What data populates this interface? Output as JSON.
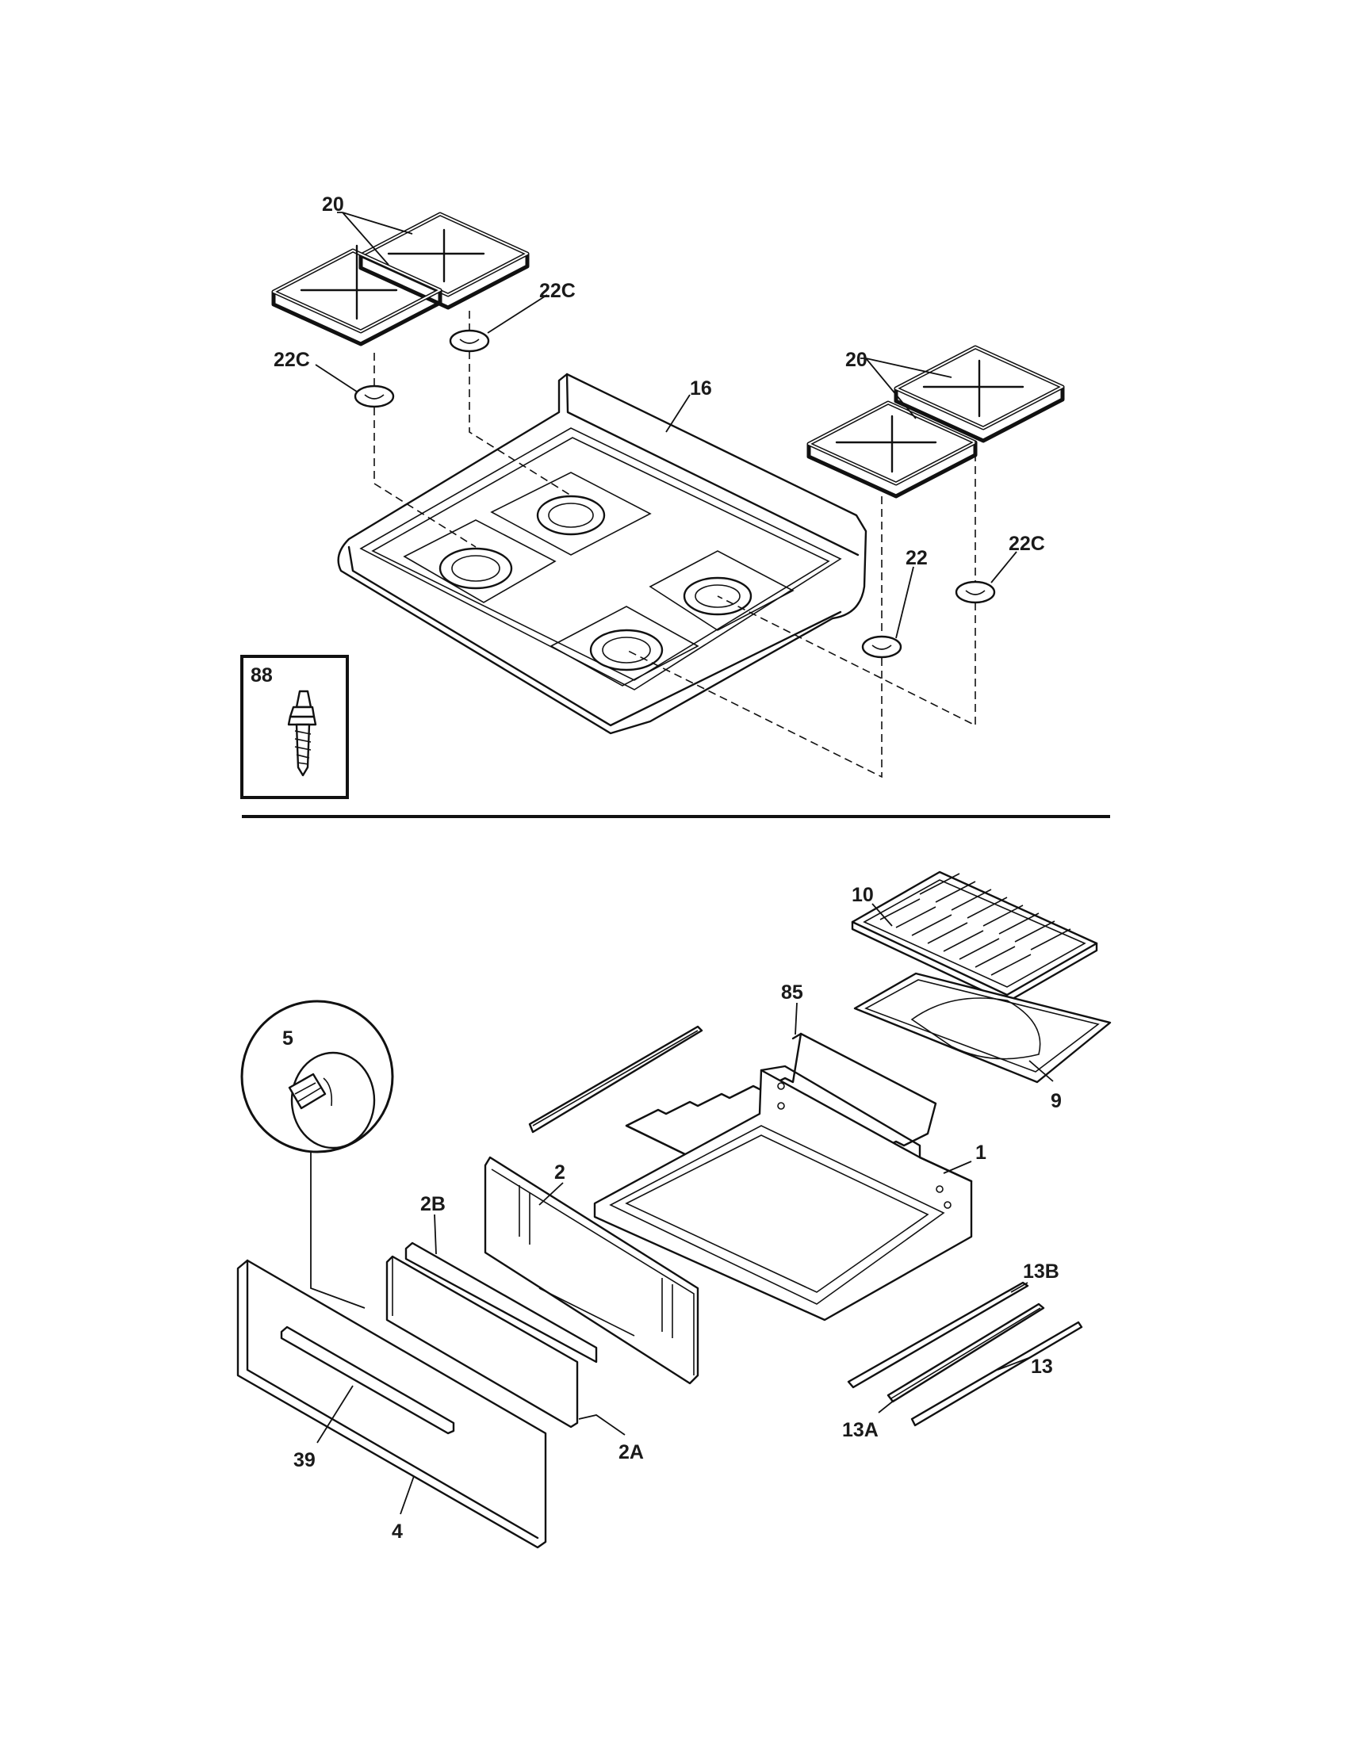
{
  "labels": {
    "grates_left": "20",
    "grates_right": "20",
    "cap_left_top": "22C",
    "cap_left": "22C",
    "cap_right": "22C",
    "cap_22": "22",
    "cooktop": "16",
    "screw_box": "88",
    "broiler_grid": "10",
    "broiler_pan": "9",
    "rack": "85",
    "knob_detail": "5",
    "drawer_body": "1",
    "back_panel": "2",
    "panel_2b": "2B",
    "panel_2a": "2A",
    "slide_13b": "13B",
    "slide_13a": "13A",
    "slide_13": "13",
    "handle": "39",
    "drawer_front": "4"
  }
}
